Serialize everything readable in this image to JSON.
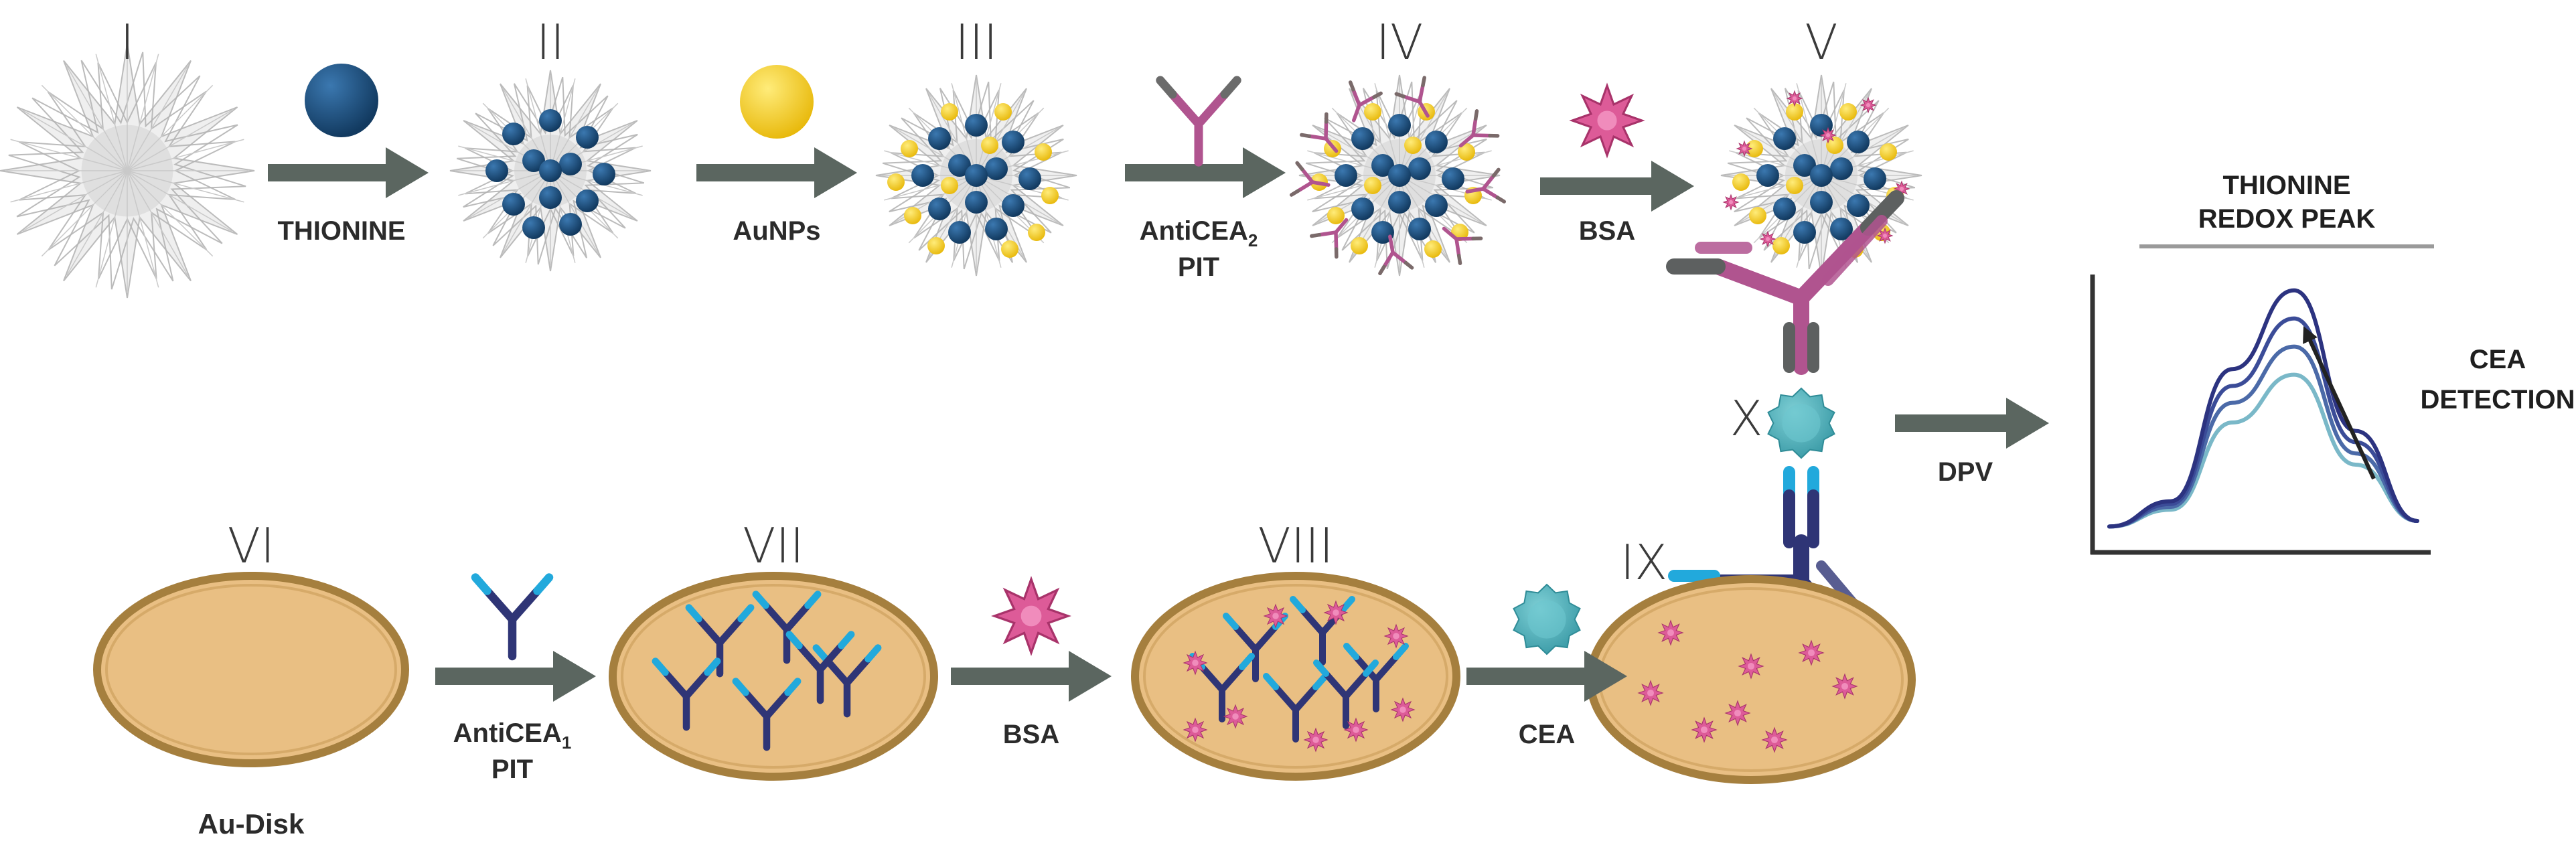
{
  "stages": {
    "s1": "I",
    "s2": "II",
    "s3": "III",
    "s4": "IV",
    "s5": "V",
    "s6": "VI",
    "s7": "VII",
    "s8": "VIII",
    "s9": "IX",
    "s10": "X"
  },
  "steps": {
    "thionine": "THIONINE",
    "aunps": "AuNPs",
    "anticea2_main": "AntiCEA",
    "anticea2_sub": "2",
    "anticea2_pit": "PIT",
    "bsa_top": "BSA",
    "anticea1_main": "AntiCEA",
    "anticea1_sub": "1",
    "anticea1_pit": "PIT",
    "bsa_bottom": "BSA",
    "cea": "CEA",
    "dpv": "DPV"
  },
  "labels": {
    "au_disk": "Au-Disk",
    "graph_title_line1": "THIONINE",
    "graph_title_line2": "REDOX PEAK",
    "cea_detection_line1": "CEA",
    "cea_detection_line2": "DETECTION"
  },
  "colors": {
    "arrow": "#5b6660",
    "thionine": "#1c4f7c",
    "gold": "#f5cf1c",
    "antibody2": "#b0548f",
    "antibody1": "#2f3576",
    "antibody1_tip": "#22a9dc",
    "bsa": "#dd5b98",
    "cea": "#4fb6c0",
    "disk_fill": "#e9bf83",
    "disk_rim": "#a57f3e"
  },
  "icons": [
    "star-particle-icon",
    "thionine-sphere-icon",
    "gold-nanoparticle-icon",
    "antibody-icon",
    "bsa-star-icon",
    "cea-antigen-icon",
    "gold-disk-electrode-icon",
    "arrow-icon"
  ],
  "chart_data": {
    "type": "line",
    "title": "THIONINE REDOX PEAK",
    "xlabel": "",
    "ylabel": "",
    "series": [
      {
        "values": [
          0.08,
          0.14,
          0.45,
          0.62,
          0.3,
          0.1
        ]
      },
      {
        "values": [
          0.08,
          0.15,
          0.52,
          0.72,
          0.34,
          0.1
        ]
      },
      {
        "values": [
          0.08,
          0.16,
          0.58,
          0.82,
          0.38,
          0.1
        ]
      },
      {
        "values": [
          0.08,
          0.17,
          0.64,
          0.92,
          0.42,
          0.1
        ]
      }
    ],
    "annotation": "CEA DETECTION"
  }
}
